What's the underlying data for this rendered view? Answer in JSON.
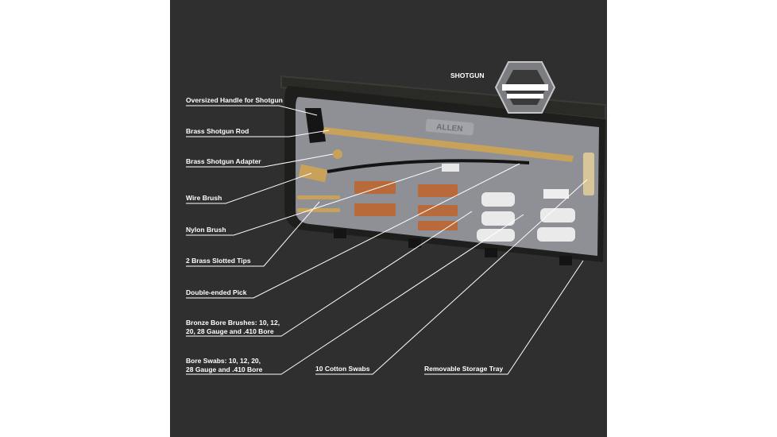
{
  "badge": {
    "label": "SHOTGUN"
  },
  "brand": {
    "name": "ALLEN"
  },
  "callouts": [
    {
      "text": "Oversized Handle for Shotgun"
    },
    {
      "text": "Brass Shotgun Rod"
    },
    {
      "text": "Brass Shotgun Adapter"
    },
    {
      "text": "Wire Brush"
    },
    {
      "text": "Nylon Brush"
    },
    {
      "text": "2 Brass Slotted Tips"
    },
    {
      "text": "Double-ended Pick"
    },
    {
      "text": "Bronze Bore Brushes: 10, 12,\n20, 28 Gauge and .410 Bore"
    },
    {
      "text": "Bore Swabs: 10, 12, 20,\n28 Gauge and .410 Bore"
    },
    {
      "text": "10 Cotton Swabs"
    },
    {
      "text": "Removable Storage Tray"
    }
  ],
  "colors": {
    "background": "#2f2f2f",
    "text": "#ffffff",
    "tray": "#8e9096",
    "brass": "#c9a25a",
    "case": "#1e1e1c"
  }
}
